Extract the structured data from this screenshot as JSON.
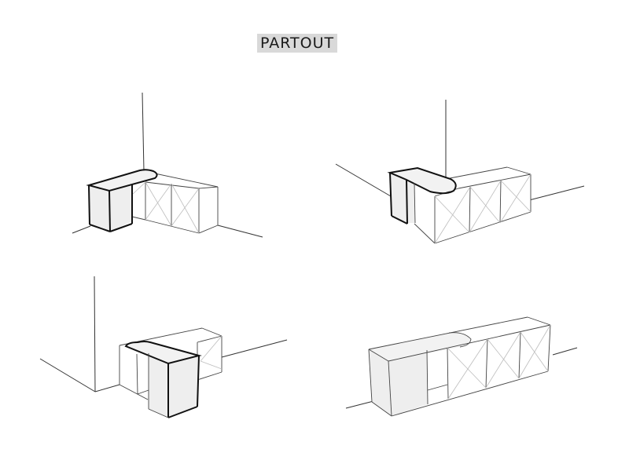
{
  "title": "PARTOUT",
  "colors": {
    "background": "#ffffff",
    "title_badge": "#d9d9d9",
    "line": "#333333",
    "panel_shade": "#eeeeee",
    "cross_brace": "#bdbdbd"
  },
  "illustrations": [
    {
      "id": "config-1",
      "position": "top-left",
      "description": "Corner L-configuration, rounded-end unit on the left wall, open shelving along back wall"
    },
    {
      "id": "config-2",
      "position": "top-right",
      "description": "Rounded-end unit projecting from back wall corner over open cabinet run"
    },
    {
      "id": "config-3",
      "position": "bottom-left",
      "description": "Rounded-end unit projecting forward from corner, open cabinet behind"
    },
    {
      "id": "config-4",
      "position": "bottom-right",
      "description": "Straight run along wall with rounded top section and X-braced open compartments"
    }
  ]
}
